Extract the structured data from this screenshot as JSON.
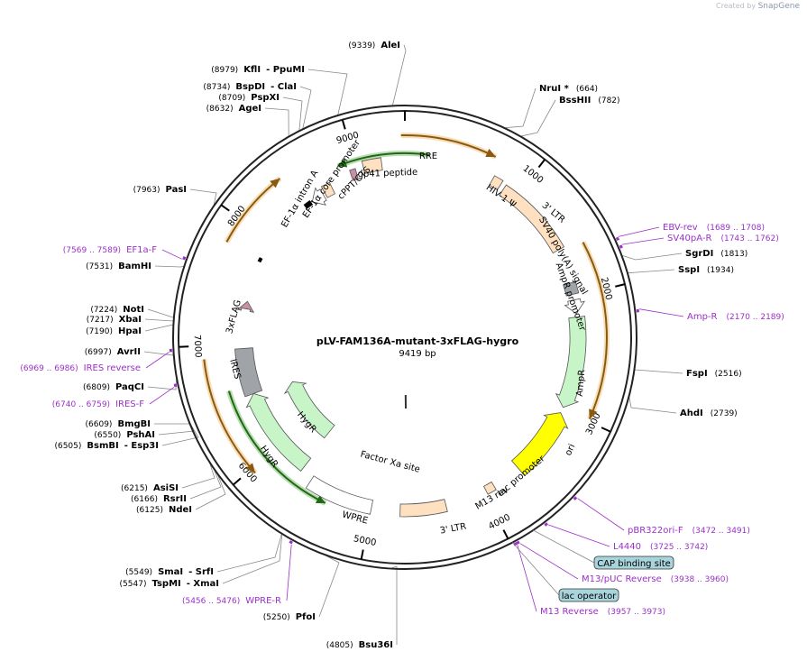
{
  "header": {
    "credit": "Created by",
    "brand": "SnapGene"
  },
  "plasmid": {
    "name": "pLV-FAM136A-mutant-3xFLAG-hygro",
    "size_label": "9419 bp",
    "length": 9419
  },
  "ticks": [
    "1000",
    "2000",
    "3000",
    "4000",
    "5000",
    "6000",
    "7000",
    "8000",
    "9000"
  ],
  "features": [
    {
      "label": "RRE"
    },
    {
      "label": "gp41 peptide"
    },
    {
      "label": "cPPT/CTS"
    },
    {
      "label": "EF-1α core promoter"
    },
    {
      "label": "EF-1α intron A"
    },
    {
      "label": "3xFLAG"
    },
    {
      "label": "IRES"
    },
    {
      "label": "HygR"
    },
    {
      "label": "HygR"
    },
    {
      "label": "WPRE"
    },
    {
      "label": "3' LTR"
    },
    {
      "label": "Factor Xa site"
    },
    {
      "label": "M13 rev"
    },
    {
      "label": "lac promoter"
    },
    {
      "label": "ori"
    },
    {
      "label": "AmpR"
    },
    {
      "label": "AmpR promoter"
    },
    {
      "label": "SV40 poly(A) signal"
    },
    {
      "label": "3' LTR"
    },
    {
      "label": "HIV-1 Ψ"
    }
  ],
  "sites": [
    {
      "pos": "(9339)",
      "name": "AleI"
    },
    {
      "pos": "(8979)",
      "name": "KflI",
      "extra": "- PpuMI"
    },
    {
      "pos": "(8734)",
      "name": "BspDI",
      "extra": "- ClaI"
    },
    {
      "pos": "(8709)",
      "name": "PspXI"
    },
    {
      "pos": "(8632)",
      "name": "AgeI"
    },
    {
      "pos": "(7963)",
      "name": "PasI"
    },
    {
      "pos": "(7531)",
      "name": "BamHI"
    },
    {
      "pos": "(7224)",
      "name": "NotI"
    },
    {
      "pos": "(7217)",
      "name": "XbaI"
    },
    {
      "pos": "(7190)",
      "name": "HpaI"
    },
    {
      "pos": "(6997)",
      "name": "AvrII"
    },
    {
      "pos": "(6809)",
      "name": "PaqCI"
    },
    {
      "pos": "(6609)",
      "name": "BmgBI"
    },
    {
      "pos": "(6550)",
      "name": "PshAI"
    },
    {
      "pos": "(6505)",
      "name": "BsmBI",
      "extra": "- Esp3I"
    },
    {
      "pos": "(6215)",
      "name": "AsiSI"
    },
    {
      "pos": "(6166)",
      "name": "RsrII"
    },
    {
      "pos": "(6125)",
      "name": "NdeI"
    },
    {
      "pos": "(5549)",
      "name": "SmaI",
      "extra": "- SrfI"
    },
    {
      "pos": "(5547)",
      "name": "TspMI",
      "extra": "- XmaI"
    },
    {
      "pos": "(5250)",
      "name": "PfoI"
    },
    {
      "pos": "(4805)",
      "name": "Bsu36I"
    },
    {
      "pos": "(664)",
      "name": "NruI *"
    },
    {
      "pos": "(782)",
      "name": "BssHII"
    },
    {
      "pos": "(1813)",
      "name": "SgrDI"
    },
    {
      "pos": "(1934)",
      "name": "SspI"
    },
    {
      "pos": "(2516)",
      "name": "FspI"
    },
    {
      "pos": "(2739)",
      "name": "AhdI"
    }
  ],
  "primers": [
    {
      "name": "EF1a-F",
      "pos": "(7569 .. 7589)"
    },
    {
      "name": "IRES reverse",
      "pos": "(6969 .. 6986)"
    },
    {
      "name": "IRES-F",
      "pos": "(6740 .. 6759)"
    },
    {
      "name": "WPRE-R",
      "pos": "(5456 .. 5476)"
    },
    {
      "name": "EBV-rev",
      "pos": "(1689 .. 1708)"
    },
    {
      "name": "SV40pA-R",
      "pos": "(1743 .. 1762)"
    },
    {
      "name": "Amp-R",
      "pos": "(2170 .. 2189)"
    },
    {
      "name": "pBR322ori-F",
      "pos": "(3472 .. 3491)"
    },
    {
      "name": "L4440",
      "pos": "(3725 .. 3742)"
    },
    {
      "name": "M13/pUC Reverse",
      "pos": "(3938 .. 3960)"
    },
    {
      "name": "M13 Reverse",
      "pos": "(3957 .. 3973)"
    }
  ],
  "boxes": [
    {
      "label": "CAP binding site"
    },
    {
      "label": "lac operator"
    }
  ],
  "colors": {
    "backbone": "#222222",
    "cds": "#c8f5c8",
    "promoter": "#ffffff",
    "misc": "#ffe0c0",
    "ori": "#ffff00",
    "ires": "#a0a4a8",
    "primer": "#9b30c8",
    "orf_orange": "#e8a030",
    "orf_green": "#3c9a2a",
    "box": "#a8d4dc"
  }
}
